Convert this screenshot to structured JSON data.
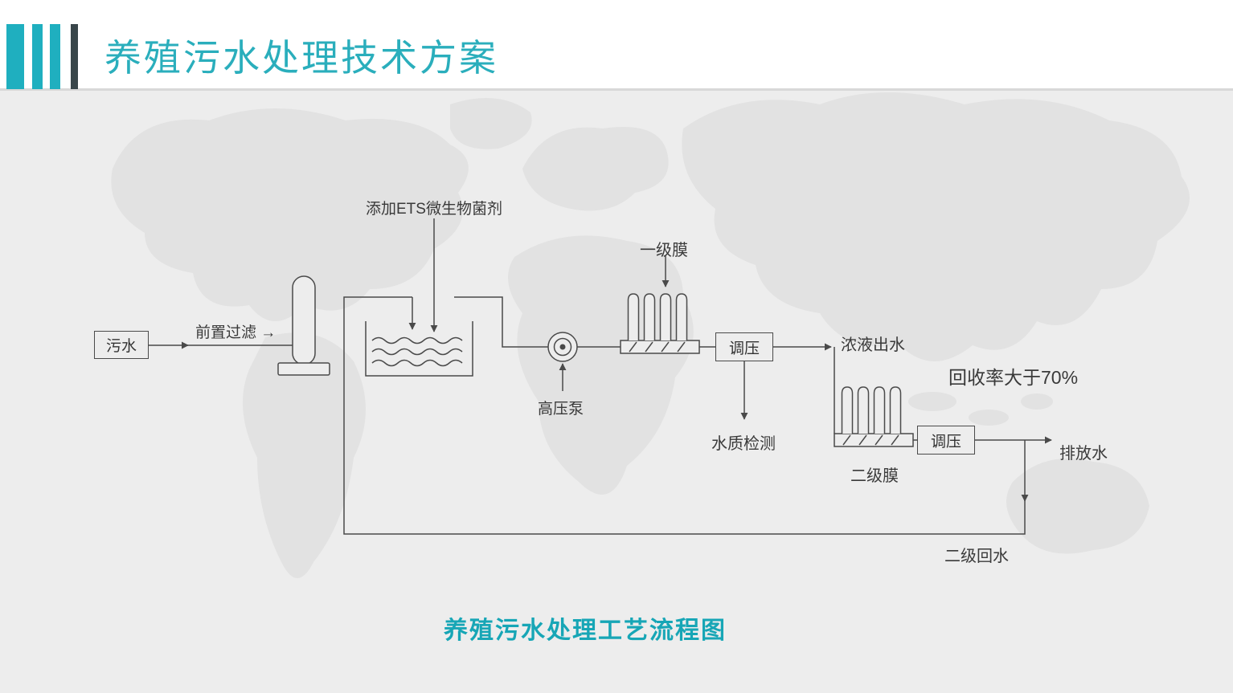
{
  "slide": {
    "title": "养殖污水处理技术方案",
    "caption": "养殖污水处理工艺流程图"
  },
  "flow": {
    "sewage_label": "污水",
    "prefilter_label": "前置过滤 →",
    "ets_label": "添加ETS微生物菌剂",
    "pump_label": "高压泵",
    "membrane1_label": "一级膜",
    "regulator1_label": "调压",
    "concentrate_label": "浓液出水",
    "quality_label": "水质检测",
    "recovery_label": "回收率大于70%",
    "membrane2_label": "二级膜",
    "regulator2_label": "调压",
    "discharge_label": "排放水",
    "recycle_label": "二级回水"
  },
  "colors": {
    "accent_teal": "#1FAFBF",
    "caption_teal": "#17A6B6",
    "logo_dark": "#39464A",
    "diagram_line": "#4A4A4A",
    "background": "#EDEDED",
    "map_shape": "#E2E2E2"
  }
}
